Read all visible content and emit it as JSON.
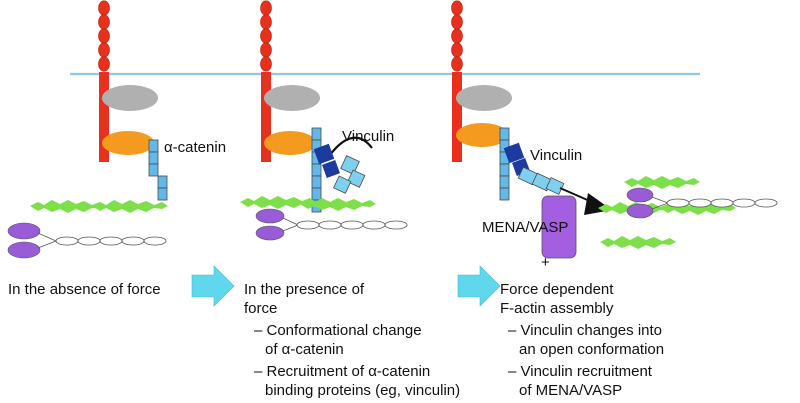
{
  "labels": {
    "alpha_catenin": "α-catenin",
    "vinculin_2": "Vinculin",
    "vinculin_3": "Vinculin",
    "mena_vasp": "MENA/VASP",
    "plus": "+"
  },
  "captions": {
    "panel1": [
      "In the absence of force"
    ],
    "panel2": [
      "In the presence of",
      "force",
      "– Conformational change",
      "of α-catenin",
      "– Recruitment of α-catenin",
      "binding proteins (eg, vinculin)"
    ],
    "panel3": [
      "Force dependent",
      "F-actin assembly",
      "– Vinculin changes into",
      "an open conformation",
      "– Vinculin recruitment",
      "of MENA/VASP"
    ]
  },
  "colors": {
    "membrane": "#8ec8ee",
    "cadherin": "#e8311c",
    "grey_protein": "#b0b0b0",
    "beta_catenin": "#f49a1e",
    "alpha_catenin": "#62b8e8",
    "vinculin_dark": "#1d3a9e",
    "vinculin_light": "#7fd0f0",
    "actin": "#7de04a",
    "myosin": "#9a5cd6",
    "mena_vasp": "#a45ee0",
    "arrow": "#5fd8ee"
  },
  "icons": [
    "right-arrow-icon",
    "right-arrow-icon"
  ]
}
